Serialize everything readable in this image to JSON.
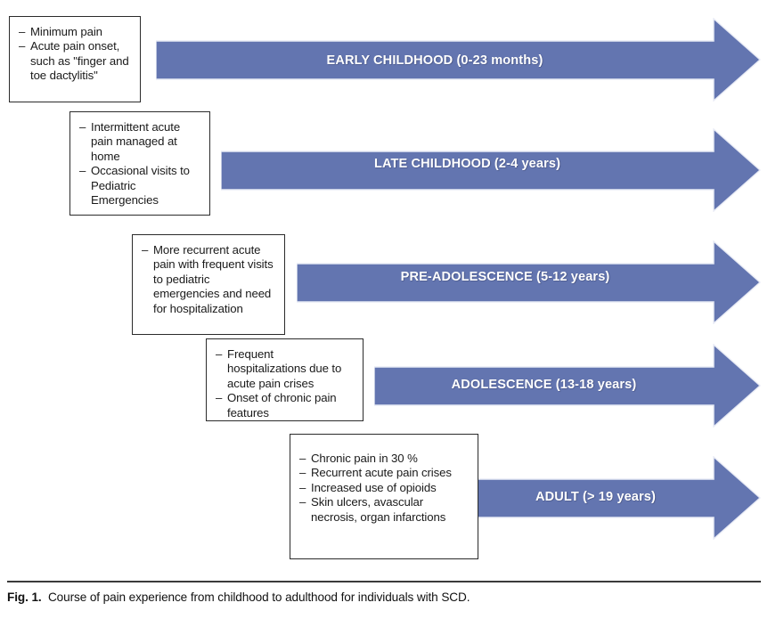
{
  "figure": {
    "caption_label": "Fig. 1.",
    "caption_text": "Course of pain experience from childhood to adulthood for individuals with SCD.",
    "accent_color": "#6375B0",
    "box_border_color": "#2b2b2b",
    "label_color": "#ffffff"
  },
  "stages": [
    {
      "id": "early-childhood",
      "arrow_label": "EARLY CHILDHOOD (0-23 months)",
      "bullets": [
        "Minimum pain",
        "Acute pain onset, such as \"finger and toe dactylitis\""
      ]
    },
    {
      "id": "late-childhood",
      "arrow_label": "LATE CHILDHOOD (2-4 years)",
      "bullets": [
        "Intermittent acute pain managed at home",
        "Occasional visits to Pediatric Emergencies"
      ]
    },
    {
      "id": "pre-adolescence",
      "arrow_label": "PRE-ADOLESCENCE (5-12 years)",
      "bullets": [
        "More recurrent acute pain with frequent visits to pediatric emergencies and need for hospitalization"
      ]
    },
    {
      "id": "adolescence",
      "arrow_label": "ADOLESCENCE (13-18 years)",
      "bullets": [
        "Frequent hospitalizations due to acute pain crises",
        "Onset of chronic pain features"
      ]
    },
    {
      "id": "adult",
      "arrow_label": "ADULT (> 19 years)",
      "bullets": [
        "Chronic pain in 30 %",
        "Recurrent acute pain crises",
        "Increased use of opioids",
        "Skin ulcers, avascular necrosis, organ infarctions"
      ]
    }
  ],
  "bullet_marker": "–"
}
